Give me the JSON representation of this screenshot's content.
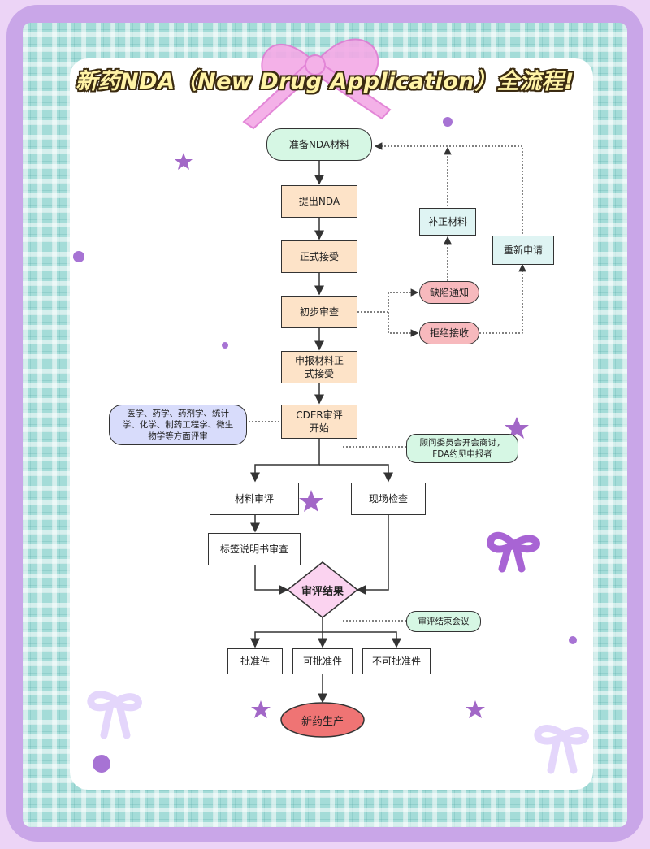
{
  "title": "新药NDA（New Drug Application）全流程!",
  "nodes": {
    "prepare": "准备NDA材料",
    "submit": "提出NDA",
    "accept": "正式接受",
    "initial_review": "初步审查",
    "materials_accepted": "申报材料正式接受",
    "cder_review": "CDER审评开始",
    "deficiency": "缺陷通知",
    "refuse": "拒绝接收",
    "supplement": "补正材料",
    "reapply": "重新申请",
    "material_review": "材料审评",
    "site_inspection": "现场检查",
    "label_review": "标签说明书审查",
    "result": "审评结果",
    "approve": "批准件",
    "approvable": "可批准件",
    "not_approvable": "不可批准件",
    "production": "新药生产"
  },
  "notes": {
    "disciplines": "医学、药学、药剂学、统计学、化学、制药工程学、微生物学等方面评审",
    "advisory": "顾问委员会开会商讨，FDA约见申报者",
    "end_meeting": "审评结束会议"
  },
  "colors": {
    "frame": "#c9a6e8",
    "plaid": "#a4dcd8",
    "process": "#fde3c8",
    "start": "#d6f7e4",
    "feedback": "#f7b9bd",
    "resubmit": "#dff4f3",
    "review_note": "#d8dcfb",
    "decision": "#fbd3f0",
    "terminal": "#ef7474",
    "title_text": "#fff3a6"
  }
}
